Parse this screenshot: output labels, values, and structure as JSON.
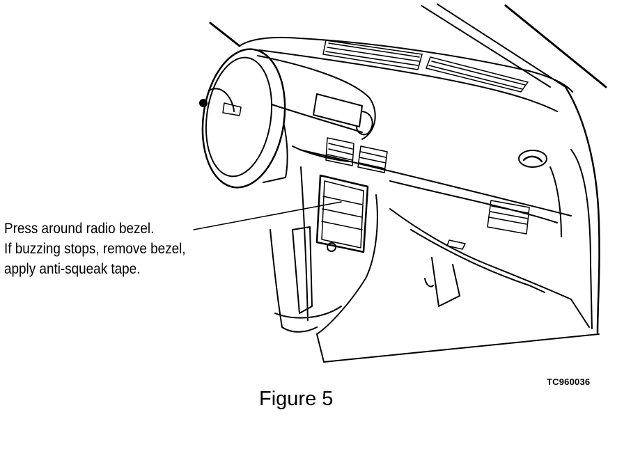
{
  "callout": {
    "line1": "Press around radio bezel.",
    "line2": "If buzzing stops, remove bezel,",
    "line3": "apply anti-squeak tape."
  },
  "figure_code": "TC960036",
  "caption": "Figure 5"
}
